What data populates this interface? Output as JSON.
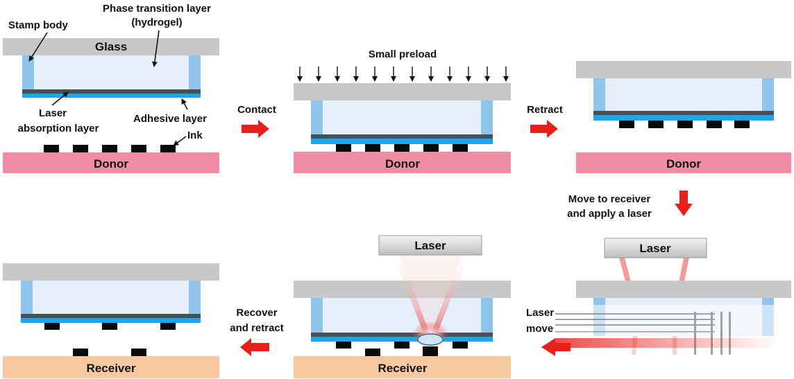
{
  "colors": {
    "glass": "#c8c8c8",
    "stamp_body": "#8fc4ec",
    "hydrogel": "#e6f0fa",
    "absorption_layer": "#4a4f55",
    "adhesive_layer": "#19a7f0",
    "ink": "#0a0a0a",
    "donor": "#f08ca4",
    "receiver": "#f8c8a0",
    "arrow": "#e8201c",
    "laser_beam": "#e04a4a"
  },
  "panel1": {
    "phase_layer_line1": "Phase transition layer",
    "phase_layer_line2": "(hydrogel)",
    "stamp_body": "Stamp body",
    "glass": "Glass",
    "laser_line1": "Laser",
    "laser_line2": "absorption layer",
    "adhesive": "Adhesive layer",
    "ink": "Ink",
    "donor": "Donor"
  },
  "panel2": {
    "preload": "Small preload",
    "donor": "Donor"
  },
  "panel3": {
    "donor": "Donor"
  },
  "panel4": {
    "laser": "Laser",
    "laser_move_line1": "Laser",
    "laser_move_line2": "move"
  },
  "panel5": {
    "laser": "Laser",
    "receiver": "Receiver"
  },
  "panel6": {
    "receiver": "Receiver"
  },
  "steps": {
    "contact": "Contact",
    "retract": "Retract",
    "move_line1": "Move to receiver",
    "move_line2": "and apply a laser",
    "recover_line1": "Recover",
    "recover_line2": "and retract"
  }
}
